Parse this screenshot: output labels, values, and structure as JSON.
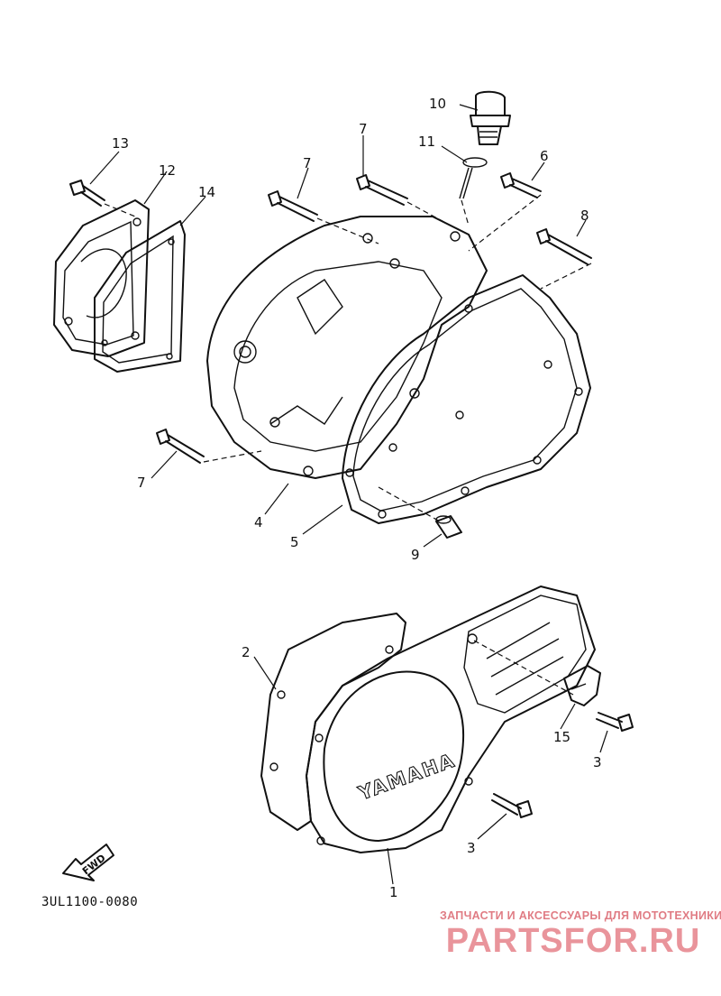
{
  "callouts": [
    {
      "id": "1",
      "label": "1"
    },
    {
      "id": "2",
      "label": "2"
    },
    {
      "id": "3a",
      "label": "3"
    },
    {
      "id": "3b",
      "label": "3"
    },
    {
      "id": "4",
      "label": "4"
    },
    {
      "id": "5",
      "label": "5"
    },
    {
      "id": "6",
      "label": "6"
    },
    {
      "id": "7a",
      "label": "7"
    },
    {
      "id": "7b",
      "label": "7"
    },
    {
      "id": "7c",
      "label": "7"
    },
    {
      "id": "8",
      "label": "8"
    },
    {
      "id": "9",
      "label": "9"
    },
    {
      "id": "10",
      "label": "10"
    },
    {
      "id": "11",
      "label": "11"
    },
    {
      "id": "12",
      "label": "12"
    },
    {
      "id": "13",
      "label": "13"
    },
    {
      "id": "14",
      "label": "14"
    },
    {
      "id": "15",
      "label": "15"
    }
  ],
  "cover_text": "YAMAHA",
  "fwd_text": "FWD",
  "diagram_code": "3UL1100-0080",
  "watermark": {
    "tagline": "ЗАПЧАСТИ И АКСЕССУАРЫ ДЛЯ МОТОТЕХНИКИ",
    "brand": "PARTSFOR.RU",
    "color": "#e9949b"
  }
}
